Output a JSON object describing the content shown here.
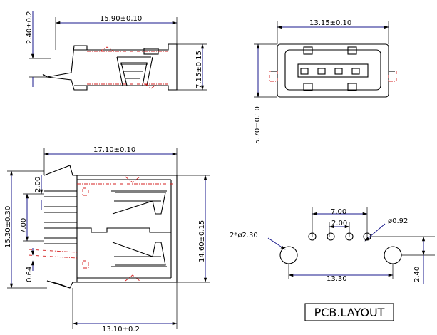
{
  "top_view": {
    "dim_length": "15.90±0.10",
    "dim_offset": "2.40±0.2",
    "dim_height": "7.15±0.15"
  },
  "end_view": {
    "dim_width": "13.15±0.10",
    "dim_height": "5.70±0.10"
  },
  "side_view": {
    "dim_length_top": "17.10±0.10",
    "dim_length_bottom": "13.10±0.2",
    "dim_pitch": "2.00",
    "dim_span": "7.00",
    "dim_total": "15.30±0.30",
    "dim_pin": "0.64",
    "dim_width": "14.60±0.15"
  },
  "pcb_layout": {
    "title": "PCB.LAYOUT",
    "dim_pin_span": "7.00",
    "dim_pin_pitch": "2.00",
    "dim_pin_hole": "ø0.92",
    "dim_big_hole": "2*ø2.30",
    "dim_big_span": "13.30",
    "dim_big_offset": "2.40"
  }
}
